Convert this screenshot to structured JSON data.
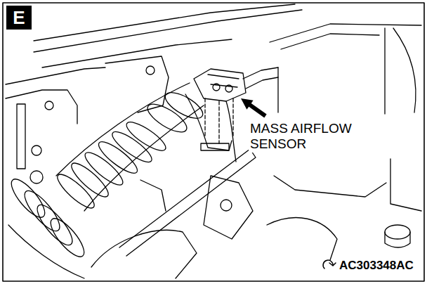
{
  "diagram": {
    "nodes": [
      {
        "text": [
          "E"
        ]
      }
    ],
    "labels": [
      "MASS AIRFLOW SENSOR",
      "AC303348AC"
    ]
  }
}
